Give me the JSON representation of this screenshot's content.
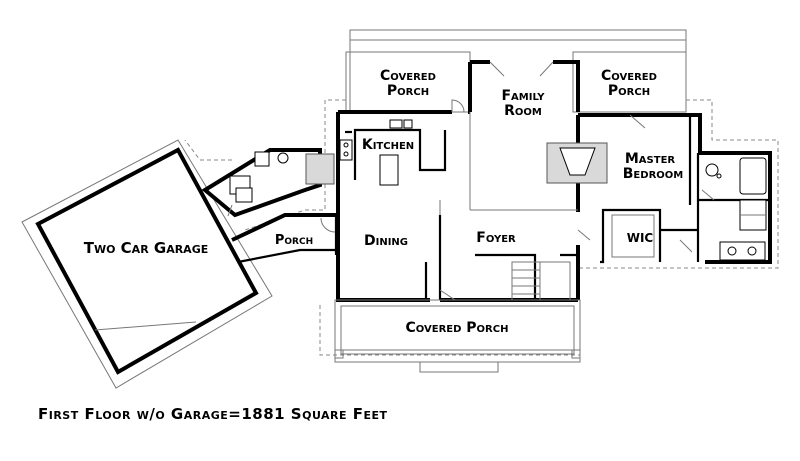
{
  "plan": {
    "rooms": {
      "covered_porch_left_1": "Covered",
      "covered_porch_left_2": "Porch",
      "family_room_1": "Family",
      "family_room_2": "Room",
      "covered_porch_right_1": "Covered",
      "covered_porch_right_2": "Porch",
      "kitchen": "Kitchen",
      "master_bedroom_1": "Master",
      "master_bedroom_2": "Bedroom",
      "garage": "Two Car Garage",
      "porch": "Porch",
      "dining": "Dining",
      "foyer": "Foyer",
      "wic": "WIC",
      "covered_porch_front": "Covered Porch"
    },
    "caption": "First Floor w/o Garage=1881 Square Feet"
  }
}
